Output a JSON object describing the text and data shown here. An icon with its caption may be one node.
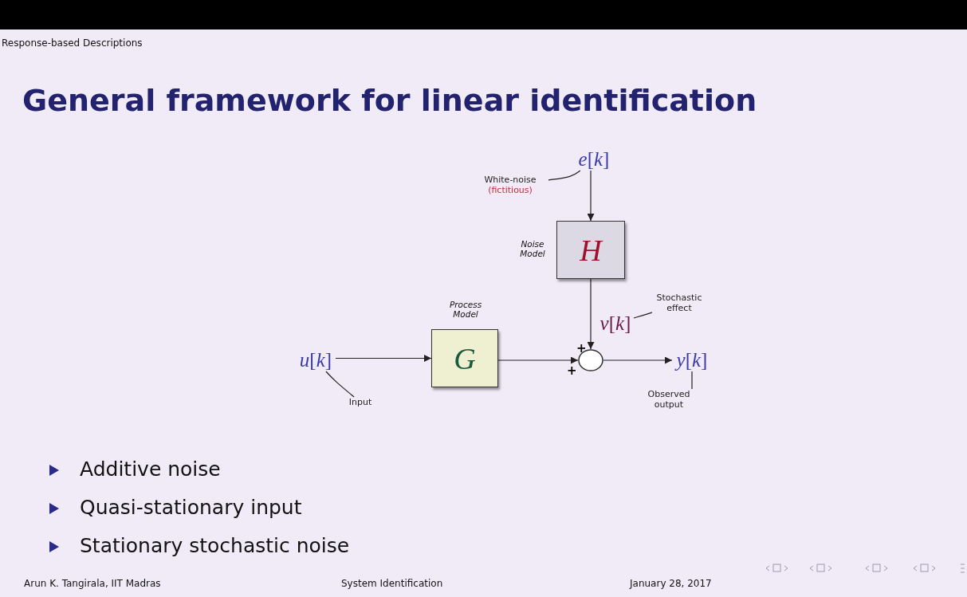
{
  "diagram": {
    "title": "General framework for linear identification",
    "nodes": [
      {
        "text": [
          "*e*[*k*]"
        ]
      },
      {
        "text": [
          "White-noise",
          "(fictitious)"
        ]
      },
      {
        "text": [
          "Noise Model",
          "*H*"
        ]
      },
      {
        "text": [
          "Process Model",
          "*G*"
        ]
      },
      {
        "text": [
          "*u*[*k*]"
        ]
      },
      {
        "text": [
          "Input"
        ]
      },
      {
        "text": [],
        "shape": "circle",
        "beside": [
          "+",
          "+"
        ]
      },
      {
        "text": [
          "*v*[*k*]"
        ]
      },
      {
        "text": [
          "Stochastic effect"
        ]
      },
      {
        "text": [
          "*y*[*k*]"
        ]
      },
      {
        "text": [
          "Observed output"
        ]
      }
    ],
    "edges": [
      {
        "from": 0,
        "to": 2,
        "arrow": "to"
      },
      {
        "from": 1,
        "to": 0,
        "arrow": "none"
      },
      {
        "from": 2,
        "to": 6,
        "arrow": "to"
      },
      {
        "from": 4,
        "to": 3,
        "arrow": "to"
      },
      {
        "from": 5,
        "to": 4,
        "arrow": "none"
      },
      {
        "from": 3,
        "to": 6,
        "arrow": "to"
      },
      {
        "from": 6,
        "to": 9,
        "arrow": "to"
      },
      {
        "from": 8,
        "to": 7,
        "arrow": "none"
      },
      {
        "from": 10,
        "to": 9,
        "arrow": "none"
      }
    ],
    "labels": [
      "Response-based Descriptions",
      "Additive noise",
      "Quasi-stationary input",
      "Stationary stochastic noise",
      "Arun K. Tangirala, IIT Madras",
      "System Identification",
      "January 28, 2017"
    ]
  }
}
